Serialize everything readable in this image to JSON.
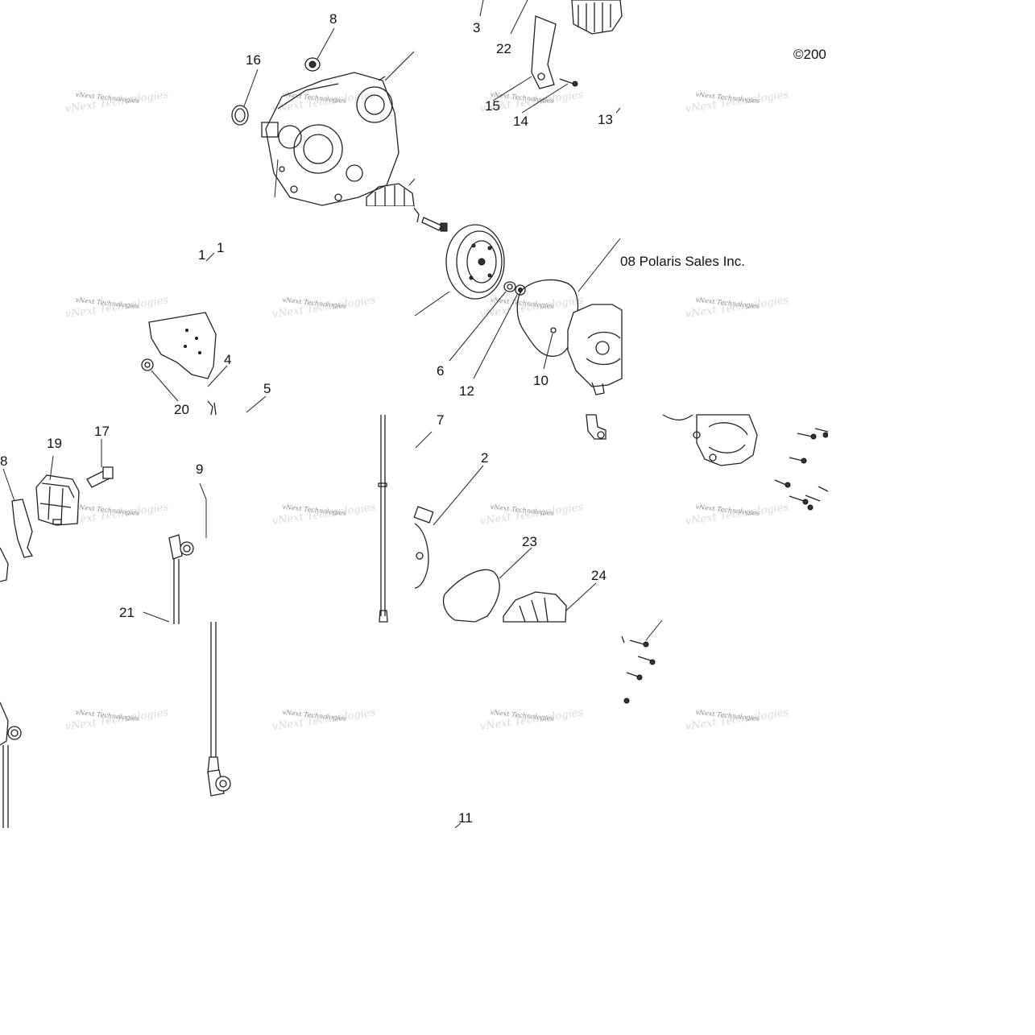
{
  "copyright": {
    "part1": "©200",
    "part2": "08 Polaris Sales Inc."
  },
  "watermark": "vNext Technologies",
  "callouts": [
    {
      "id": "c1a",
      "text": "1"
    },
    {
      "id": "c1b",
      "text": "1"
    },
    {
      "id": "c2",
      "text": "2"
    },
    {
      "id": "c3",
      "text": "3"
    },
    {
      "id": "c4",
      "text": "4"
    },
    {
      "id": "c5",
      "text": "5"
    },
    {
      "id": "c6",
      "text": "6"
    },
    {
      "id": "c7",
      "text": "7"
    },
    {
      "id": "c8a",
      "text": "8"
    },
    {
      "id": "c8b",
      "text": "8"
    },
    {
      "id": "c9",
      "text": "9"
    },
    {
      "id": "c10",
      "text": "10"
    },
    {
      "id": "c11",
      "text": "11"
    },
    {
      "id": "c12",
      "text": "12"
    },
    {
      "id": "c13",
      "text": "13"
    },
    {
      "id": "c14",
      "text": "14"
    },
    {
      "id": "c15",
      "text": "15"
    },
    {
      "id": "c16",
      "text": "16"
    },
    {
      "id": "c17",
      "text": "17"
    },
    {
      "id": "c19",
      "text": "19"
    },
    {
      "id": "c20",
      "text": "20"
    },
    {
      "id": "c21",
      "text": "21"
    },
    {
      "id": "c22",
      "text": "22"
    },
    {
      "id": "c23",
      "text": "23"
    },
    {
      "id": "c24",
      "text": "24"
    }
  ]
}
